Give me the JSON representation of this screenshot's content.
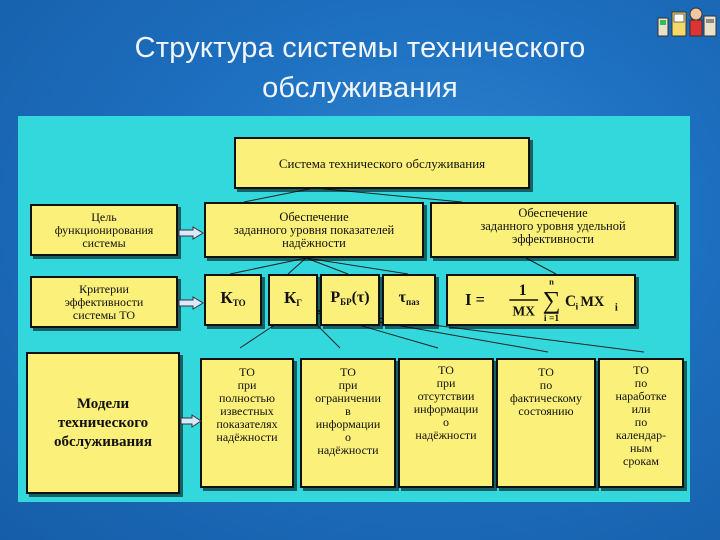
{
  "slide": {
    "title_line1": "Структура системы технического",
    "title_line2": "обслуживания"
  },
  "diagram": {
    "root": "Система технического обслуживания",
    "goal": [
      "Цель",
      "функционирования",
      "системы"
    ],
    "provide_reliability": [
      "Обеспечение",
      "заданного уровня показателей",
      "надёжности"
    ],
    "provide_efficiency": [
      "Обеспечение",
      "заданного уровня удельной",
      "эффективности"
    ],
    "criteria": [
      "Критерии",
      "эффективности",
      "системы ТО"
    ],
    "k_to": {
      "main": "К",
      "sub": "ТО"
    },
    "k_g": {
      "main": "К",
      "sub": "Г"
    },
    "p_br": {
      "main": "Р",
      "sub": "БР",
      "tail": "(τ)"
    },
    "tau_p": {
      "main": "τ",
      "sub": "паз"
    },
    "formula": {
      "lhs": "I =",
      "num": "1",
      "den": "MX",
      "upper": "n",
      "sum": "∑",
      "lower": "i =1",
      "term": "C",
      "term_sub": "i",
      "term_tail": "MX",
      "tail_sub": "i"
    },
    "models": [
      "Модели",
      "технического",
      "обслуживания"
    ],
    "to_full": [
      "ТО",
      "при",
      "полностью",
      "известных",
      "показателях",
      "надёжности"
    ],
    "to_limited": [
      "ТО",
      "при",
      "ограничении",
      "в",
      "информации",
      "о",
      "надёжности"
    ],
    "to_absent": [
      "ТО",
      "при",
      "отсутствии",
      "информации",
      "о",
      "надёжности"
    ],
    "to_condition": [
      "ТО",
      "по",
      "фактическому",
      "состоянию"
    ],
    "to_runtime": [
      "ТО",
      "по",
      "наработке",
      "или",
      "по",
      "календар-",
      "ным",
      "срокам"
    ]
  }
}
